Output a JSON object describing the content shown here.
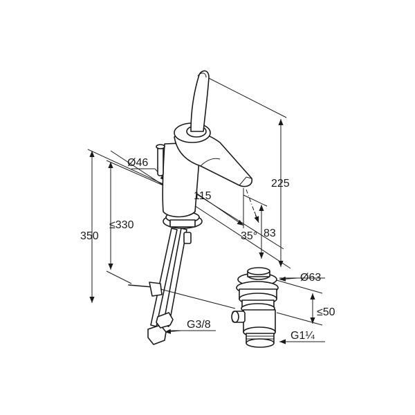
{
  "dimensions": {
    "diameter_spout_base": "Ø46",
    "reach": "115",
    "height_total": "225",
    "angle": "35°",
    "spout_height": "83",
    "max_counter_thickness": "≤330",
    "overall_length": "350",
    "waste_diameter": "Ø63",
    "waste_height": "≤50",
    "hose_thread": "G3/8",
    "waste_thread": "G1¼"
  },
  "colors": {
    "line": "#1a1a1a",
    "background": "#ffffff"
  }
}
